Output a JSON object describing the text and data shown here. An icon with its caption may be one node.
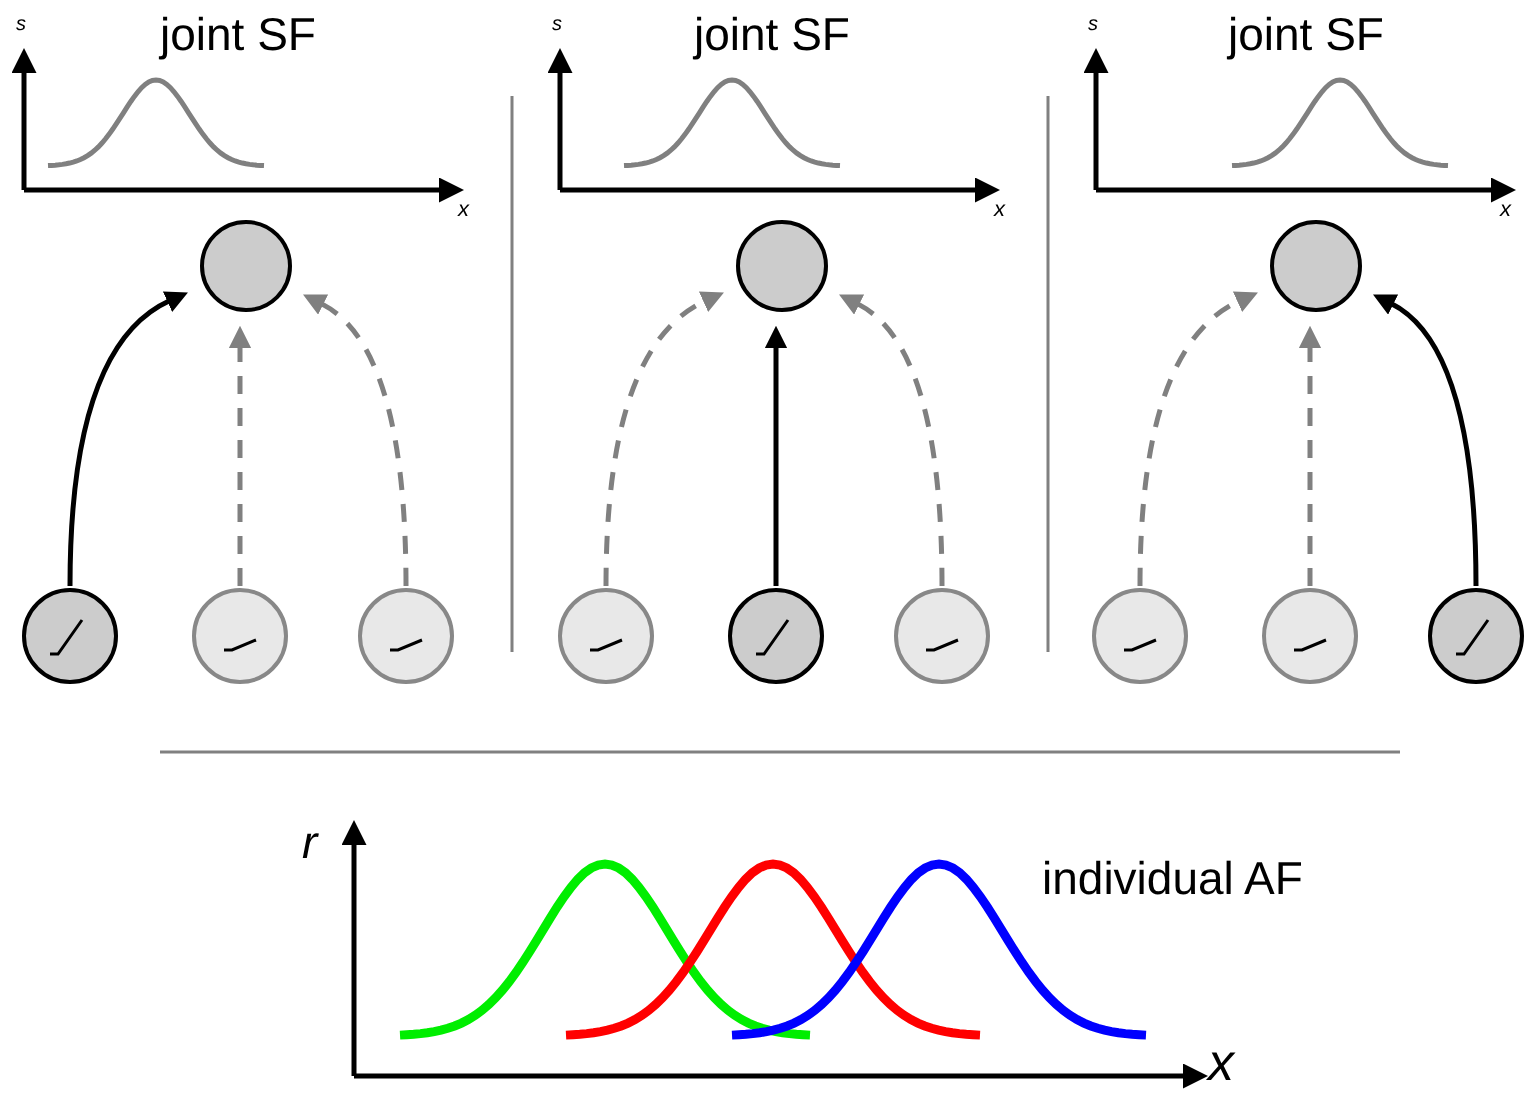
{
  "diagram": {
    "nodes": [
      {
        "text": [],
        "shape": "circle"
      },
      {
        "text": [],
        "shape": "circle"
      },
      {
        "text": [],
        "shape": "circle"
      },
      {
        "text": [],
        "shape": "circle"
      },
      {
        "text": [],
        "shape": "circle"
      },
      {
        "text": [],
        "shape": "circle"
      },
      {
        "text": [],
        "shape": "circle"
      },
      {
        "text": [],
        "shape": "circle"
      },
      {
        "text": [],
        "shape": "circle"
      },
      {
        "text": [],
        "shape": "circle"
      },
      {
        "text": [],
        "shape": "circle"
      },
      {
        "text": [],
        "shape": "circle"
      }
    ],
    "edges": [
      {
        "from": 1,
        "to": 0,
        "arrow": "to",
        "color": "#000000"
      },
      {
        "from": 2,
        "to": 0,
        "arrow": "to",
        "style": "dashed"
      },
      {
        "from": 3,
        "to": 0,
        "arrow": "to",
        "style": "dashed"
      },
      {
        "from": 5,
        "to": 4,
        "arrow": "to",
        "style": "dashed"
      },
      {
        "from": 6,
        "to": 4,
        "arrow": "to",
        "color": "#000000"
      },
      {
        "from": 7,
        "to": 4,
        "arrow": "to",
        "style": "dashed"
      },
      {
        "from": 9,
        "to": 8,
        "arrow": "to",
        "style": "dashed"
      },
      {
        "from": 10,
        "to": 8,
        "arrow": "to",
        "style": "dashed"
      },
      {
        "from": 11,
        "to": 8,
        "arrow": "to",
        "color": "#000000"
      }
    ],
    "labels": [
      "s",
      "joint SF",
      "x",
      "s",
      "joint SF",
      "x",
      "s",
      "joint SF",
      "x",
      "r",
      "individual AF",
      "x"
    ]
  }
}
